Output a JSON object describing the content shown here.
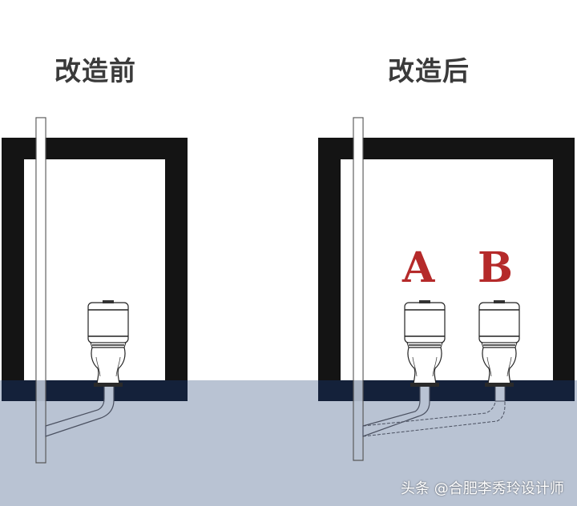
{
  "panels": {
    "before": {
      "title": "改造前"
    },
    "after": {
      "title": "改造后",
      "labels": [
        "A",
        "B"
      ]
    }
  },
  "watermark": "头条 @合肥李秀玲设计师",
  "colors": {
    "wall": "#141414",
    "slab": "#14213a",
    "ground": "#b9c3d3",
    "label": "#b52a2a",
    "pipe_outline": "#4a5060"
  }
}
